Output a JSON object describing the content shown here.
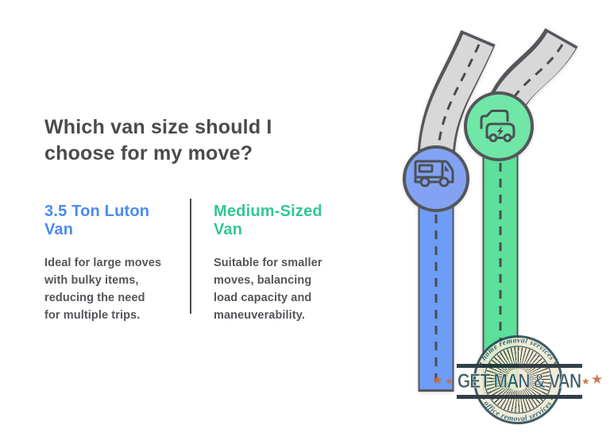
{
  "heading": {
    "title": "Which van size should I\nchoose for my move?"
  },
  "columns": [
    {
      "title": "3.5 Ton Luton\nVan",
      "description": "Ideal for large moves\nwith bulky items,\nreducing the need\nfor multiple trips.",
      "accent_color": "#4a8bf0"
    },
    {
      "title": "Medium-Sized\nVan",
      "description": "Suitable for smaller\nmoves, balancing\nload capacity and\nmaneuverability.",
      "accent_color": "#30c893"
    }
  ],
  "illustration": {
    "badges": [
      {
        "icon": "luton-van-icon",
        "badge_color": "#83a2f3",
        "road_color": "#6d9df6"
      },
      {
        "icon": "electric-van-icon",
        "badge_color": "#70e7a6",
        "road_color": "#5ce09a"
      }
    ],
    "road_gray": "#d8d8d8",
    "road_outline": "#54565b",
    "dash_color": "#4a4c50"
  },
  "logo": {
    "top_arc": "• home removal services •",
    "bottom_arc": "• office removal services •",
    "banner_text": "GET MAN & VAN",
    "star_glyph": "★",
    "colors": {
      "navy": "#1d4a68",
      "cream": "#f0ead3",
      "star_orange": "#c96a47",
      "bar_dark": "#1c2b33"
    }
  }
}
